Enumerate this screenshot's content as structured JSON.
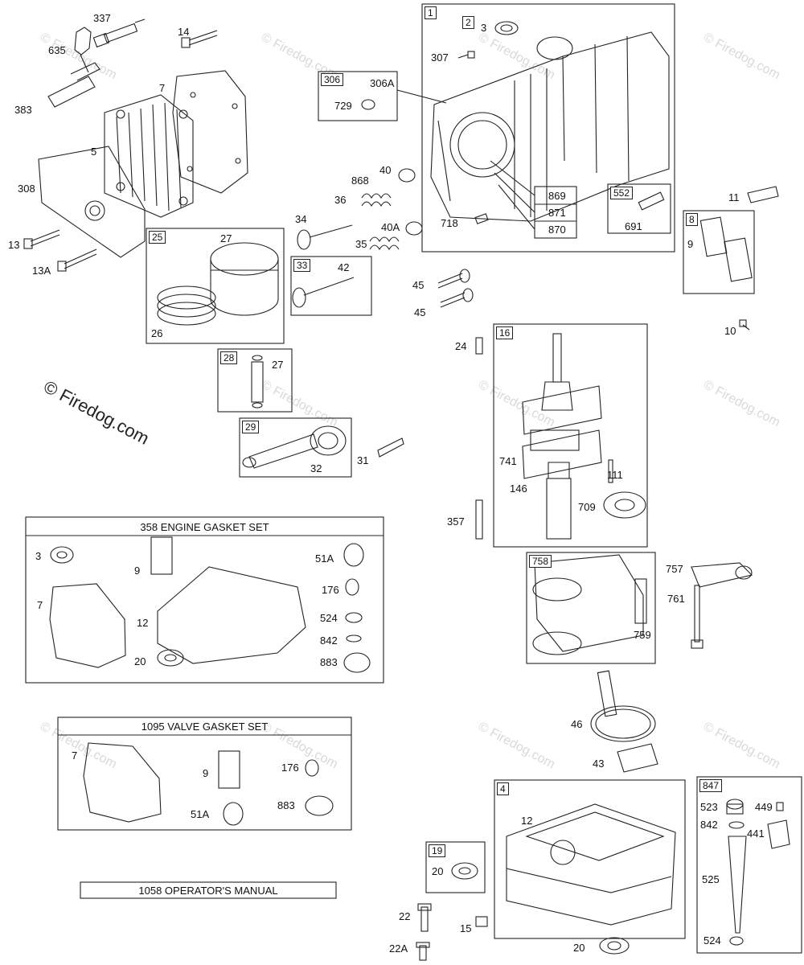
{
  "watermark": {
    "text": "© Firedog.com"
  },
  "kits": {
    "k1": "1",
    "k2": "2",
    "k306": "306",
    "k552": "552",
    "k8": "8",
    "k25": "25",
    "k33": "33",
    "k28": "28",
    "k29": "29",
    "k16": "16",
    "k758": "758",
    "k19": "19",
    "k4": "4",
    "k847": "847"
  },
  "parts": {
    "p337": "337",
    "p635": "635",
    "p14": "14",
    "p383": "383",
    "p7a": "7",
    "p5": "5",
    "p308": "308",
    "p13": "13",
    "p13A": "13A",
    "p27a": "27",
    "p26": "26",
    "p42": "42",
    "p27b": "27",
    "p32": "32",
    "p31": "31",
    "p34": "34",
    "p36": "36",
    "p868": "868",
    "p40": "40",
    "p35": "35",
    "p40A": "40A",
    "p45a": "45",
    "p45b": "45",
    "p3a": "3",
    "p307": "307",
    "p306A": "306A",
    "p729": "729",
    "p869": "869",
    "p871": "871",
    "p870": "870",
    "p718": "718",
    "p691": "691",
    "p11": "11",
    "p9a": "9",
    "p10": "10",
    "p24": "24",
    "p741": "741",
    "p146": "146",
    "p111": "111",
    "p709": "709",
    "p357": "357",
    "p757": "757",
    "p759": "759",
    "p761": "761",
    "p46": "46",
    "p43": "43",
    "p12a": "12",
    "p20a": "20",
    "p22": "22",
    "p15": "15",
    "p22A": "22A",
    "p20b": "20",
    "p523": "523",
    "p449": "449",
    "p842a": "842",
    "p441": "441",
    "p525": "525",
    "p524a": "524",
    "g3": "3",
    "g9": "9",
    "g51A": "51A",
    "g176": "176",
    "g7": "7",
    "g12": "12",
    "g524": "524",
    "g842": "842",
    "g20": "20",
    "g883": "883",
    "v7": "7",
    "v9": "9",
    "v176": "176",
    "v51A": "51A",
    "v883": "883"
  },
  "sets": {
    "engine_gasket": "358 ENGINE  GASKET SET",
    "valve_gasket": "1095 VALVE GASKET SET",
    "manual": "1058 OPERATOR'S MANUAL"
  }
}
